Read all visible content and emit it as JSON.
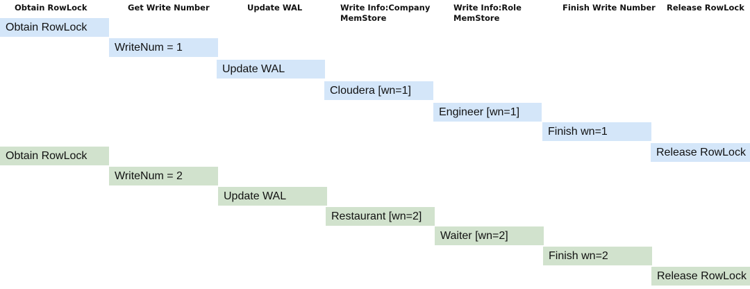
{
  "headers": [
    "Obtain RowLock",
    "Get Write Number",
    "Update WAL",
    "Write Info:Company\nMemStore",
    "Write Info:Role\nMemStore",
    "Finish Write Number",
    "Release RowLock"
  ],
  "transaction1": [
    "Obtain RowLock",
    "WriteNum = 1",
    "Update WAL",
    "Cloudera [wn=1]",
    "Engineer [wn=1]",
    "Finish wn=1",
    "Release RowLock"
  ],
  "transaction2": [
    "Obtain RowLock",
    "WriteNum = 2",
    "Update WAL",
    "Restaurant [wn=2]",
    "Waiter [wn=2]",
    "Finish wn=2",
    "Release RowLock"
  ],
  "colors": {
    "transaction1": "#d4e6f9",
    "transaction2": "#d1e2cd"
  }
}
